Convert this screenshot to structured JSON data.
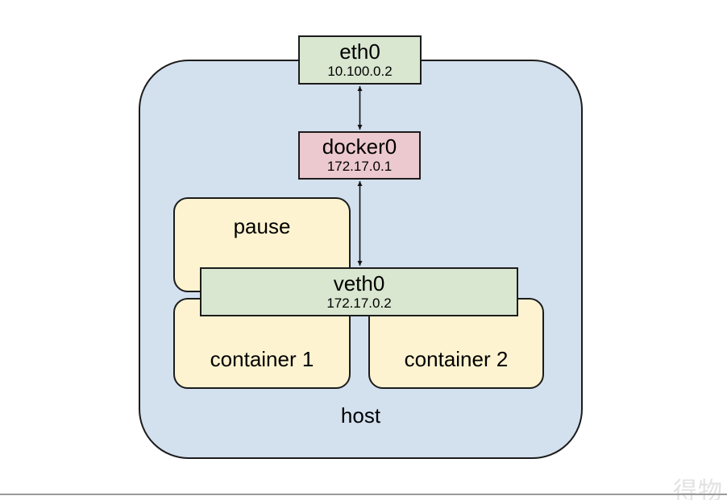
{
  "diagram": {
    "host": {
      "label": "host"
    },
    "nodes": {
      "eth0": {
        "label": "eth0",
        "ip": "10.100.0.2"
      },
      "docker0": {
        "label": "docker0",
        "ip": "172.17.0.1"
      },
      "pause": {
        "label": "pause"
      },
      "veth0": {
        "label": "veth0",
        "ip": "172.17.0.2"
      },
      "container1": {
        "label": "container 1"
      },
      "container2": {
        "label": "container 2"
      }
    },
    "edges": [
      {
        "from": "eth0",
        "to": "docker0",
        "bidirectional": true
      },
      {
        "from": "docker0",
        "to": "veth0",
        "bidirectional": true
      }
    ],
    "colors": {
      "host_fill": "#d3e0ee",
      "interface_fill": "#d9e6d0",
      "bridge_fill": "#ecc9ce",
      "container_fill": "#fdf3d0",
      "stroke": "#1c1c1c",
      "arrow_color": "#111111",
      "watermark_color": "#e2e2e2",
      "footer_line_color": "#9a9a9a"
    }
  },
  "watermark": {
    "text": "得物"
  }
}
